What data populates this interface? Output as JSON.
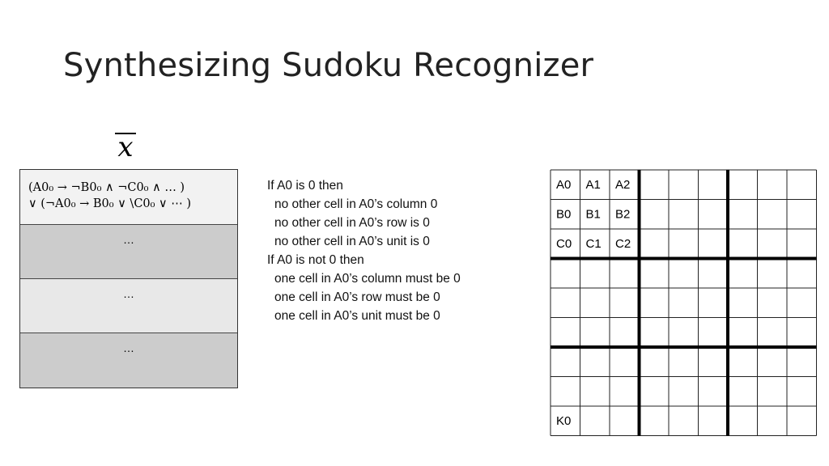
{
  "slide": {
    "title": "Synthesizing Sudoku Recognizer",
    "variable_symbol": "x"
  },
  "stack": {
    "formula_line1": "(A0₀ → ¬B0₀ ∧ ¬C0₀ ∧  … )",
    "formula_line2": "∨ (¬A0₀ → B0₀ ∨ \\C0₀ ∨ ⋯ )",
    "block2": "…",
    "block3": "…",
    "block4": "…"
  },
  "rules": [
    {
      "text": "If A0 is 0 then",
      "indent": false
    },
    {
      "text": "no other cell in A0’s column 0",
      "indent": true
    },
    {
      "text": "no other cell in A0’s row is 0",
      "indent": true
    },
    {
      "text": "no other cell in A0’s unit is 0",
      "indent": true
    },
    {
      "text": "If A0 is not 0 then",
      "indent": false
    },
    {
      "text": "one cell in A0’s column must be 0",
      "indent": true
    },
    {
      "text": "one cell in A0’s row must be 0",
      "indent": true
    },
    {
      "text": "one cell in A0’s unit must be 0",
      "indent": true
    }
  ],
  "grid": {
    "rows": 9,
    "cols": 9,
    "labels": [
      {
        "row": 0,
        "col": 0,
        "text": "A0"
      },
      {
        "row": 0,
        "col": 1,
        "text": "A1"
      },
      {
        "row": 0,
        "col": 2,
        "text": "A2"
      },
      {
        "row": 1,
        "col": 0,
        "text": "B0"
      },
      {
        "row": 1,
        "col": 1,
        "text": "B1"
      },
      {
        "row": 1,
        "col": 2,
        "text": "B2"
      },
      {
        "row": 2,
        "col": 0,
        "text": "C0"
      },
      {
        "row": 2,
        "col": 1,
        "text": "C1"
      },
      {
        "row": 2,
        "col": 2,
        "text": "C2"
      },
      {
        "row": 8,
        "col": 0,
        "text": "K0"
      }
    ]
  }
}
